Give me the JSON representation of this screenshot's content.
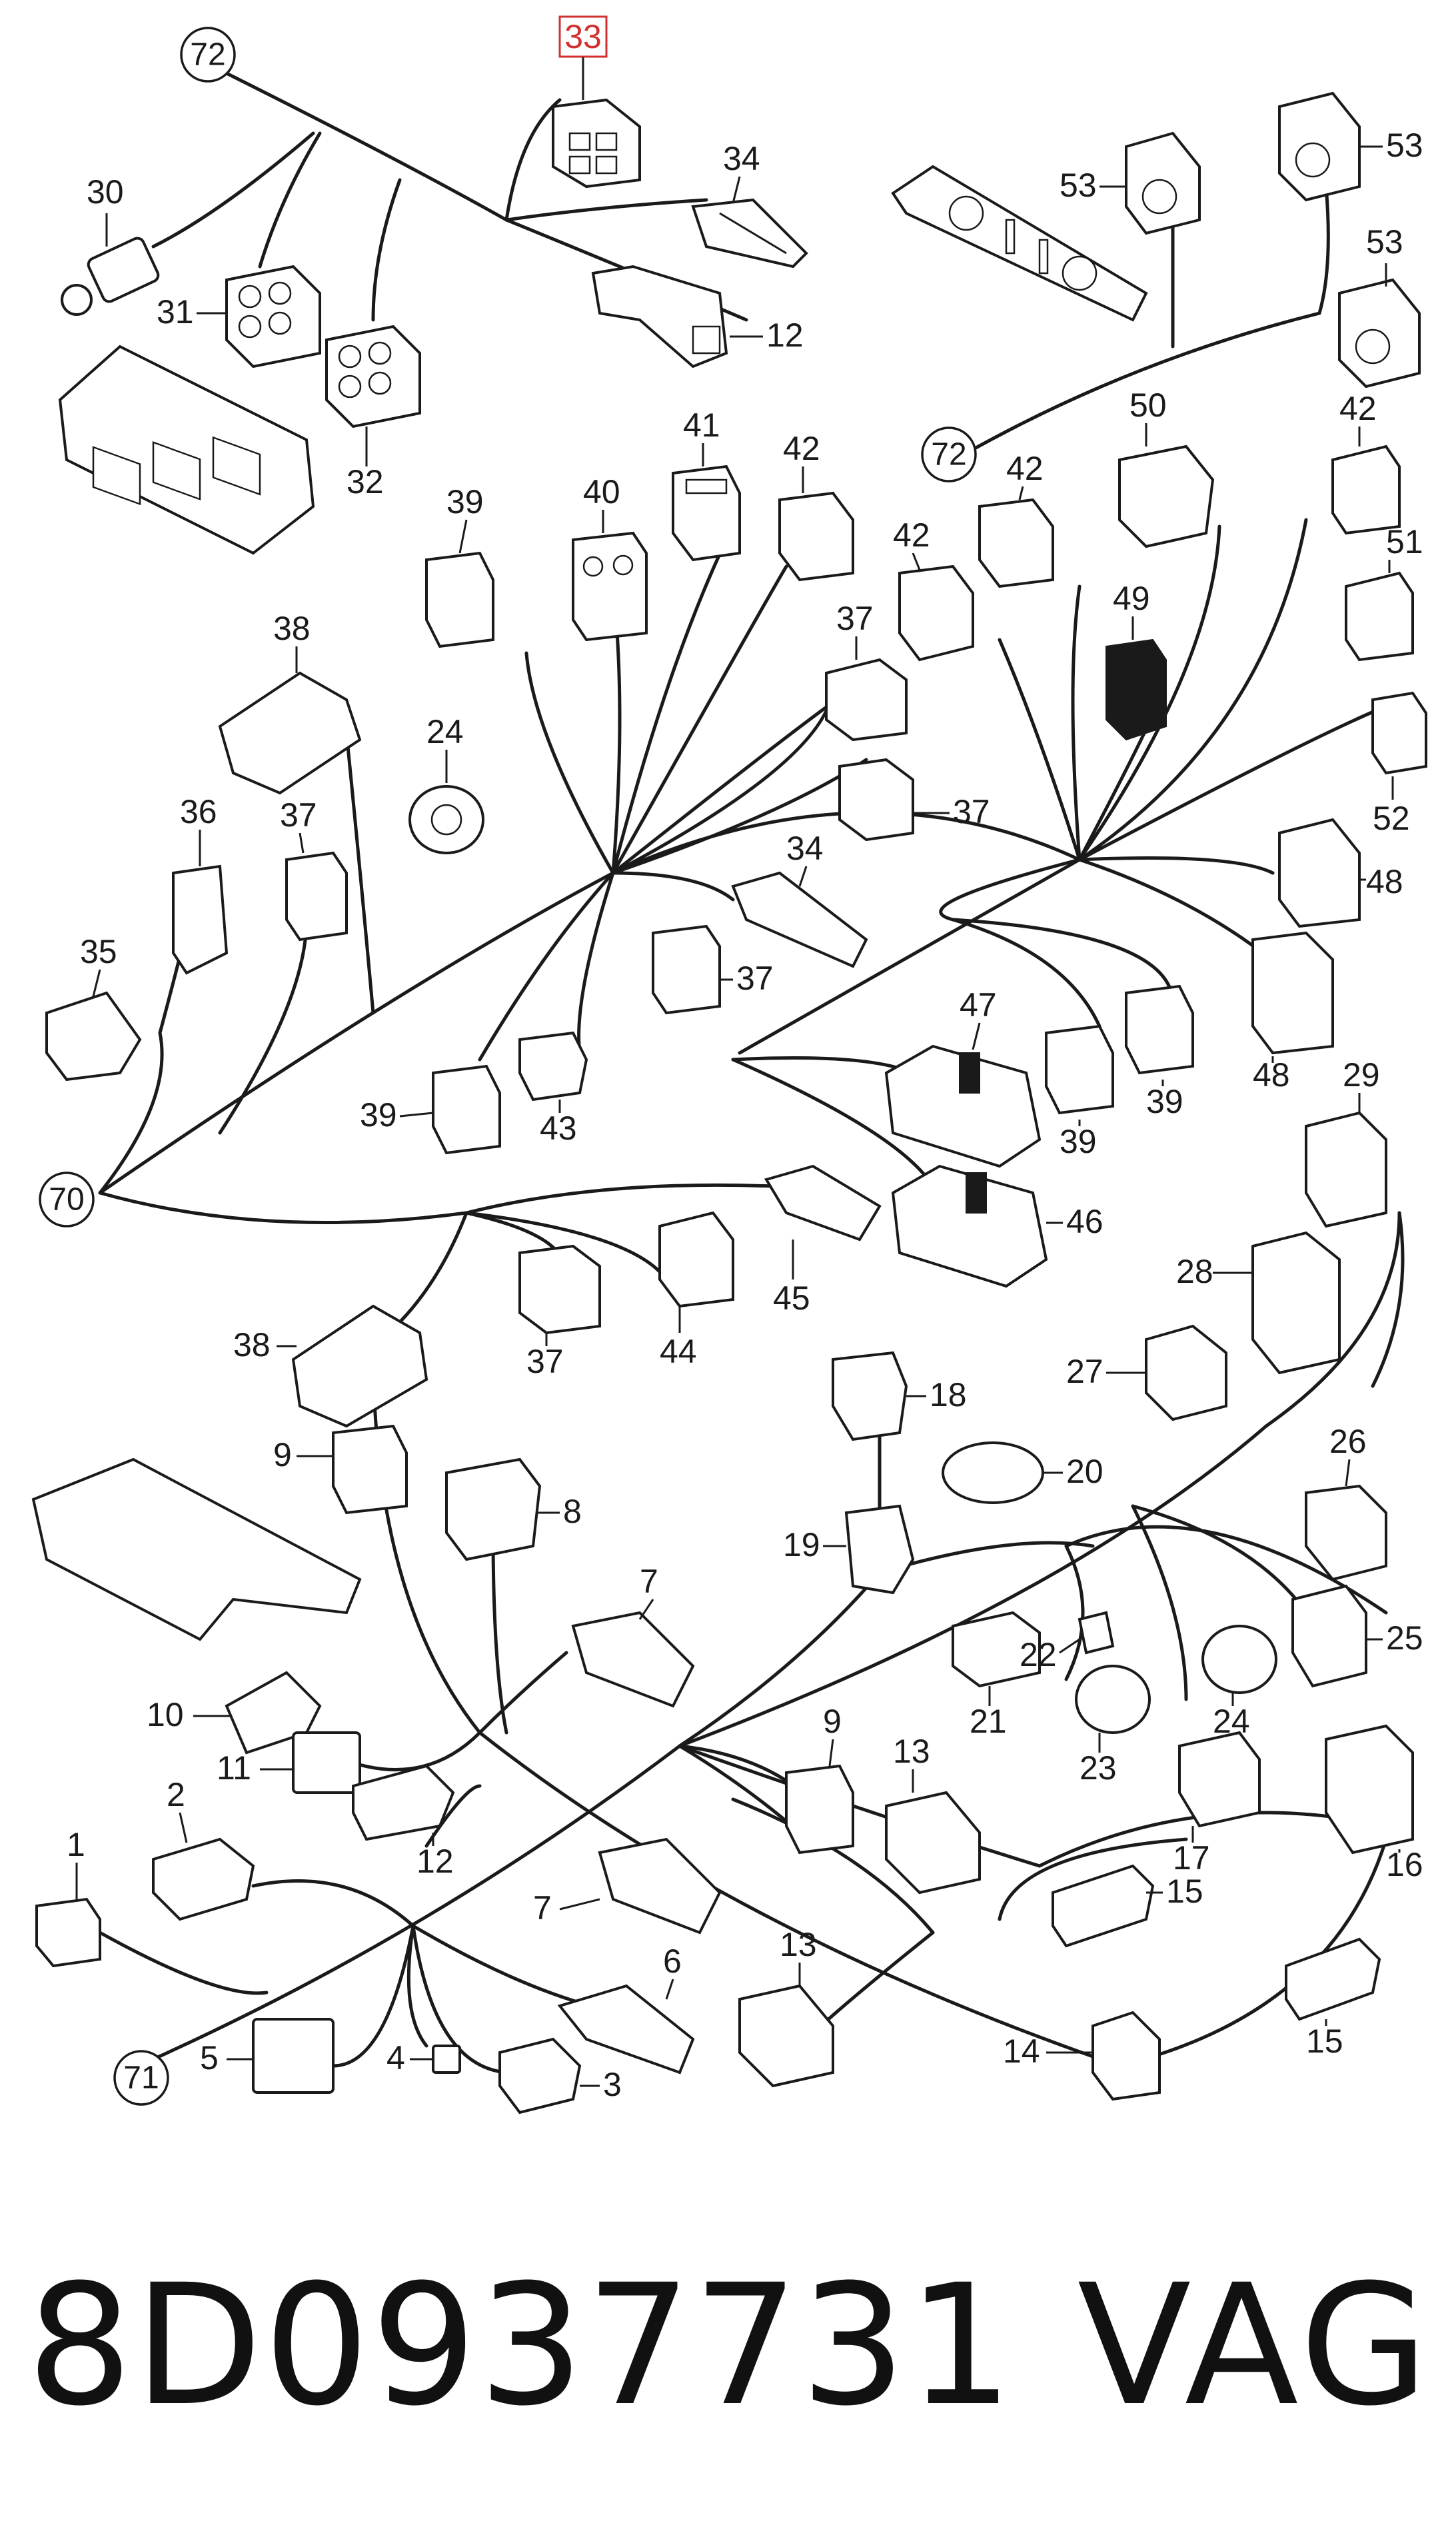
{
  "diagram": {
    "highlighted_part": "33",
    "junctions": [
      {
        "id": "j72a",
        "label": "72"
      },
      {
        "id": "j72b",
        "label": "72"
      },
      {
        "id": "j70",
        "label": "70"
      },
      {
        "id": "j71",
        "label": "71"
      }
    ],
    "callouts": [
      {
        "id": "c1",
        "label": "1"
      },
      {
        "id": "c2",
        "label": "2"
      },
      {
        "id": "c3",
        "label": "3"
      },
      {
        "id": "c4",
        "label": "4"
      },
      {
        "id": "c5",
        "label": "5"
      },
      {
        "id": "c6",
        "label": "6"
      },
      {
        "id": "c7a",
        "label": "7"
      },
      {
        "id": "c7b",
        "label": "7"
      },
      {
        "id": "c8",
        "label": "8"
      },
      {
        "id": "c9a",
        "label": "9"
      },
      {
        "id": "c9b",
        "label": "9"
      },
      {
        "id": "c10",
        "label": "10"
      },
      {
        "id": "c11",
        "label": "11"
      },
      {
        "id": "c12a",
        "label": "12"
      },
      {
        "id": "c12b",
        "label": "12"
      },
      {
        "id": "c13a",
        "label": "13"
      },
      {
        "id": "c13b",
        "label": "13"
      },
      {
        "id": "c14",
        "label": "14"
      },
      {
        "id": "c15a",
        "label": "15"
      },
      {
        "id": "c15b",
        "label": "15"
      },
      {
        "id": "c16",
        "label": "16"
      },
      {
        "id": "c17",
        "label": "17"
      },
      {
        "id": "c18",
        "label": "18"
      },
      {
        "id": "c19",
        "label": "19"
      },
      {
        "id": "c20",
        "label": "20"
      },
      {
        "id": "c21",
        "label": "21"
      },
      {
        "id": "c22",
        "label": "22"
      },
      {
        "id": "c23",
        "label": "23"
      },
      {
        "id": "c24a",
        "label": "24"
      },
      {
        "id": "c24b",
        "label": "24"
      },
      {
        "id": "c25",
        "label": "25"
      },
      {
        "id": "c26",
        "label": "26"
      },
      {
        "id": "c27",
        "label": "27"
      },
      {
        "id": "c28",
        "label": "28"
      },
      {
        "id": "c29",
        "label": "29"
      },
      {
        "id": "c30",
        "label": "30"
      },
      {
        "id": "c31",
        "label": "31"
      },
      {
        "id": "c32",
        "label": "32"
      },
      {
        "id": "c34a",
        "label": "34"
      },
      {
        "id": "c34b",
        "label": "34"
      },
      {
        "id": "c35",
        "label": "35"
      },
      {
        "id": "c36",
        "label": "36"
      },
      {
        "id": "c37a",
        "label": "37"
      },
      {
        "id": "c37b",
        "label": "37"
      },
      {
        "id": "c37c",
        "label": "37"
      },
      {
        "id": "c37d",
        "label": "37"
      },
      {
        "id": "c37e",
        "label": "37"
      },
      {
        "id": "c37f",
        "label": "37"
      },
      {
        "id": "c38a",
        "label": "38"
      },
      {
        "id": "c38b",
        "label": "38"
      },
      {
        "id": "c39a",
        "label": "39"
      },
      {
        "id": "c39b",
        "label": "39"
      },
      {
        "id": "c39c",
        "label": "39"
      },
      {
        "id": "c39d",
        "label": "39"
      },
      {
        "id": "c40",
        "label": "40"
      },
      {
        "id": "c41",
        "label": "41"
      },
      {
        "id": "c42a",
        "label": "42"
      },
      {
        "id": "c42b",
        "label": "42"
      },
      {
        "id": "c42c",
        "label": "42"
      },
      {
        "id": "c42d",
        "label": "42"
      },
      {
        "id": "c43",
        "label": "43"
      },
      {
        "id": "c44",
        "label": "44"
      },
      {
        "id": "c45",
        "label": "45"
      },
      {
        "id": "c46",
        "label": "46"
      },
      {
        "id": "c47",
        "label": "47"
      },
      {
        "id": "c48a",
        "label": "48"
      },
      {
        "id": "c48b",
        "label": "48"
      },
      {
        "id": "c49",
        "label": "49"
      },
      {
        "id": "c50",
        "label": "50"
      },
      {
        "id": "c51",
        "label": "51"
      },
      {
        "id": "c52",
        "label": "52"
      },
      {
        "id": "c53a",
        "label": "53"
      },
      {
        "id": "c53b",
        "label": "53"
      },
      {
        "id": "c53c",
        "label": "53"
      }
    ]
  },
  "footer": {
    "part_number": "8D0937731",
    "brand": "VAG"
  }
}
